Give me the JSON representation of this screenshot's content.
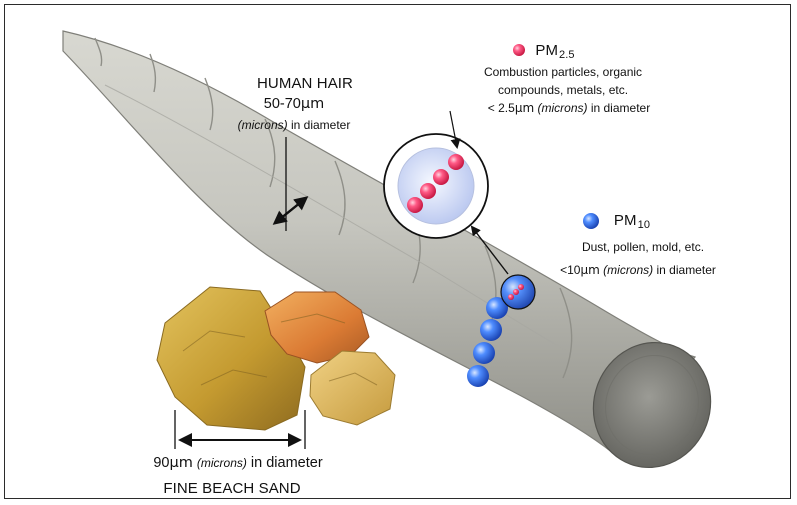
{
  "human_hair": {
    "title": "HUMAN HAIR",
    "size": "50-70",
    "unit": "µm",
    "note_italic": "(microns)",
    "note_rest": "in diameter"
  },
  "pm25": {
    "title": "PM",
    "subscript": "2.5",
    "line1": "Combustion particles, organic",
    "line2": "compounds, metals, etc.",
    "size_prefix": "< 2.5",
    "unit": "µm",
    "note_italic": "(microns)",
    "note_rest": "in diameter",
    "color": "#e0304a"
  },
  "pm10": {
    "title": "PM",
    "subscript": "10",
    "line1": "Dust, pollen, mold, etc.",
    "size_prefix": "<10",
    "unit": "µm",
    "note_italic": "(microns)",
    "note_rest": "in diameter",
    "color": "#2f6fe0"
  },
  "sand": {
    "size": "90",
    "unit": "µm",
    "note_italic": "(microns)",
    "note_rest": "in diameter",
    "title": "FINE BEACH SAND"
  },
  "colors": {
    "hair": "#bdbdb5",
    "hair_shadow": "#8f8f88",
    "sand_gold": "#c7a13a",
    "sand_orange": "#d9772e",
    "arrow": "#111111",
    "frame": "#2b2b2b"
  }
}
